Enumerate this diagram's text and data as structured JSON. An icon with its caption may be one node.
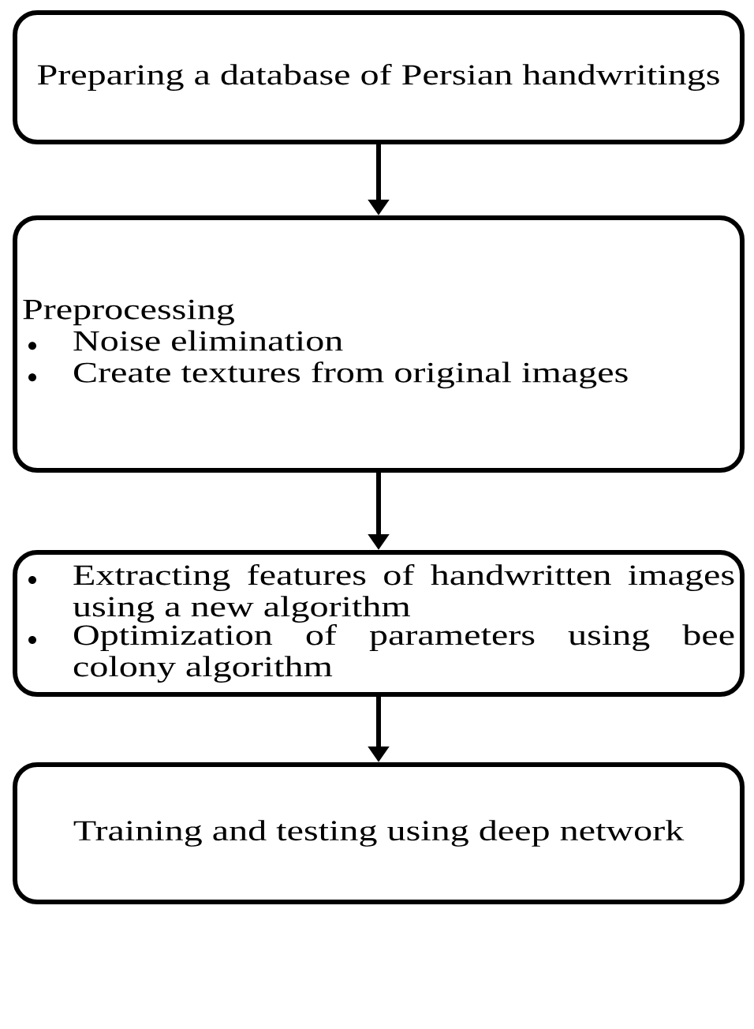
{
  "diagram": {
    "nodes": [
      {
        "text": [
          "Preparing a database of Persian handwritings"
        ]
      },
      {
        "text": [
          "Preprocessing",
          "Noise elimination",
          "Create textures from original images"
        ]
      },
      {
        "text": [
          "Extracting features of handwritten images using a new algorithm",
          "Optimization of parameters using bee colony algorithm"
        ]
      },
      {
        "text": [
          "Training and testing using deep network"
        ]
      }
    ],
    "edges": [
      {
        "from": 0,
        "to": 1,
        "arrow": "to"
      },
      {
        "from": 1,
        "to": 2,
        "arrow": "to"
      },
      {
        "from": 2,
        "to": 3,
        "arrow": "to"
      }
    ]
  }
}
